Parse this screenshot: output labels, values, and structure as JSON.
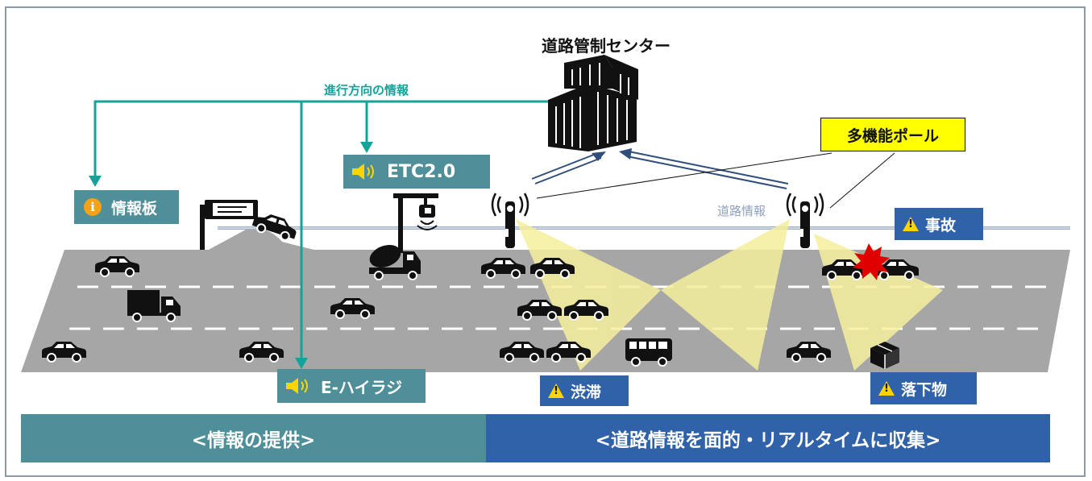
{
  "title": "道路管制センター",
  "callout_pole": "多機能ポール",
  "flow_label": "進行方向の情報",
  "road_info_label": "道路情報",
  "labels": {
    "info_board": "情報板",
    "etc": "ETC2.0",
    "ehighway": "E-ハイラジ",
    "jam": "渋滞",
    "accident": "事故",
    "fallen": "落下物"
  },
  "footer": {
    "left": "<情報の提供>",
    "right": "<道路情報を面的・リアルタイムに収集>"
  },
  "icons": [
    "building-icon",
    "pole-icon",
    "speaker-icon",
    "warning-icon",
    "info-icon",
    "car-icon",
    "truck-icon",
    "bus-icon",
    "box-icon",
    "collision-icon",
    "sign-board-icon",
    "etc-gantry-icon"
  ],
  "colors": {
    "teal": "#4f8f99",
    "navy": "#2f62a8",
    "arrow": "#14a39a",
    "road": "#a6a6a6",
    "callout": "#ffff00",
    "beam": "#f2ec9a"
  }
}
